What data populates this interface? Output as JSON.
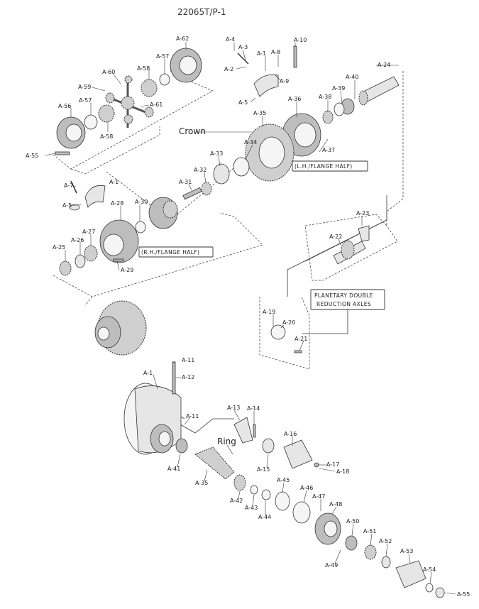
{
  "title": "22065T/P-1",
  "callouts": {
    "crown": "Crown",
    "ring": "Ring",
    "lh_flange": "(L.H./FLANGE HALF)",
    "rh_flange": "(R.H./FLANGE HALF)",
    "planetary_line1": "PLANETARY DOUBLE",
    "planetary_line2": "REDUCTION AXLES"
  },
  "labels": {
    "a62": "A-62",
    "a57a": "A-57",
    "a58a": "A-58",
    "a60": "A-60",
    "a59": "A-59",
    "a61": "A-61",
    "a57b": "A-57",
    "a56": "A-56",
    "a58b": "A-58",
    "a55a": "A-55",
    "a4": "A-4",
    "a3": "A-3",
    "a2": "A-2",
    "a1a": "A-1",
    "a8": "A-8",
    "a9": "A-9",
    "a10": "A-10",
    "a5a": "A-5",
    "a40": "A-40",
    "a24": "A-24",
    "a39": "A-39",
    "a38": "A-38",
    "a36": "A-36",
    "a35a": "A-35",
    "a34": "A-34",
    "a37": "A-37",
    "a33": "A-33",
    "a32": "A-32",
    "a31": "A-31",
    "a7": "A-7",
    "a1b": "A-1",
    "a5b": "A-5",
    "a28": "A-28",
    "a30": "A-30",
    "a27": "A-27",
    "a26": "A-26",
    "a25": "A-25",
    "a29": "A-29",
    "a23": "A-23",
    "a22": "A-22",
    "a19": "A-19",
    "a20": "A-20",
    "a21": "A-21",
    "a11a": "A-11",
    "a12": "A-12",
    "a1c": "A-1",
    "a11b": "A-11",
    "a13": "A-13",
    "a14": "A-14",
    "a16": "A-16",
    "a17": "A-17",
    "a18": "A-18",
    "a15": "A-15",
    "a41": "A-41",
    "a35b": "A-35",
    "a42": "A-42",
    "a43": "A-43",
    "a44": "A-44",
    "a45": "A-45",
    "a46": "A-46",
    "a47": "A-47",
    "a48": "A-48",
    "a50": "A-50",
    "a49": "A-49",
    "a51": "A-51",
    "a52": "A-52",
    "a53": "A-53",
    "a54": "A-54",
    "a55b": "A-55"
  }
}
